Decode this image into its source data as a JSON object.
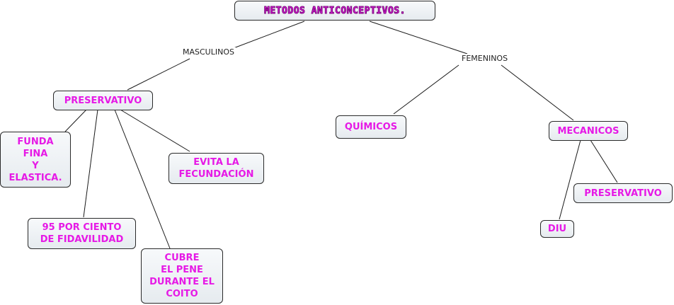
{
  "nodes": {
    "root": "METODOS ANTICONCEPTIVOS.",
    "preservativo_m": "PRESERVATIVO",
    "funda": "FUNDA\nFINA\nY\nELASTICA.",
    "evita": "EVITA LA\nFECUNDACIÓN",
    "porciento": "95 POR CIENTO\nDE FIDAVILIDAD",
    "cubre": "CUBRE\nEL PENE\nDURANTE EL\nCOITO",
    "quimicos": "QUÍMICOS",
    "mecanicos": "MECANICOS",
    "preservativo_f": "PRESERVATIVO",
    "diu": "DIU"
  },
  "link_labels": {
    "masculinos": "MASCULINOS",
    "femeninos": "FEMENINOS"
  },
  "colors": {
    "node_text": "#e619e6",
    "node_border": "#2a2a2a",
    "node_fill": "#eef2f5",
    "line": "#1a1a1a"
  }
}
